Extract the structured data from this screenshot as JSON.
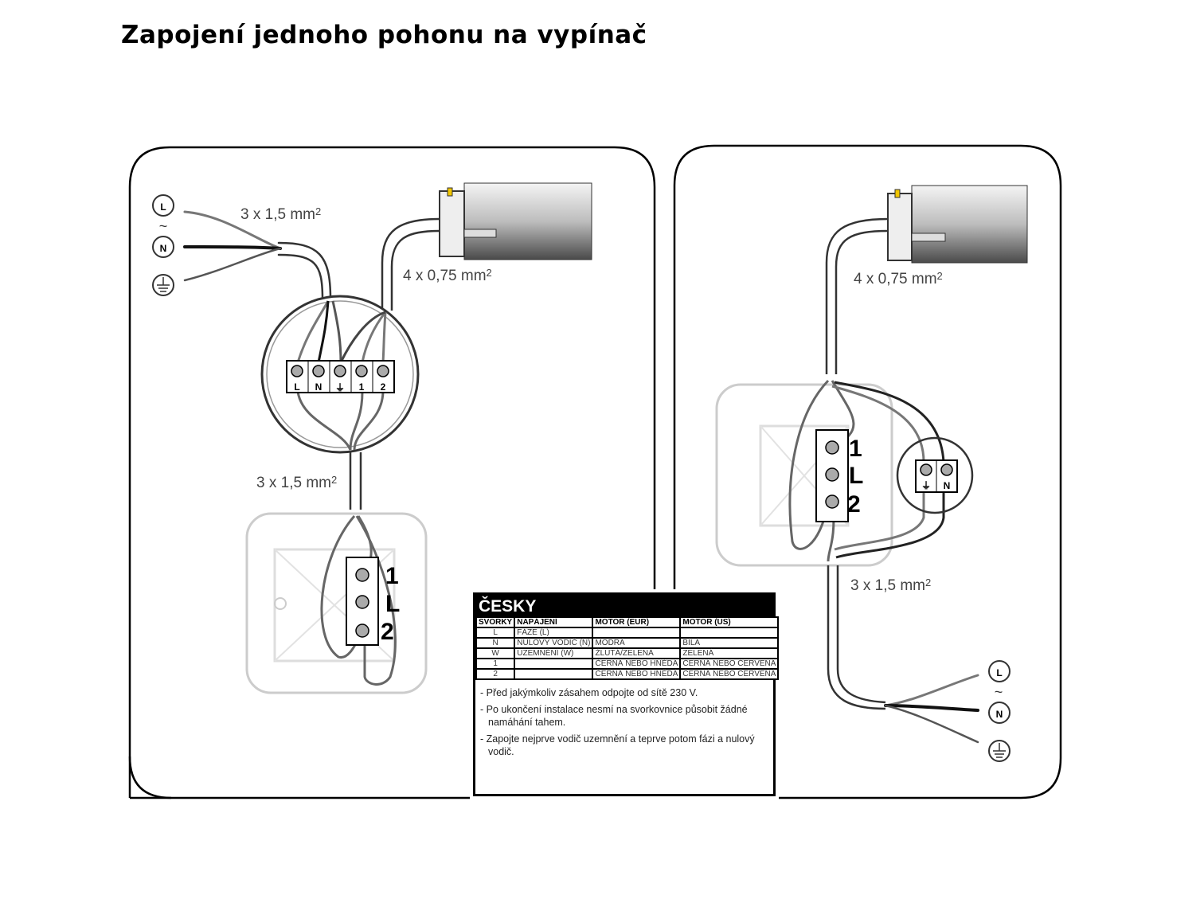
{
  "title": "Zapojení jednoho pohonu na vypínač",
  "left_diagram": {
    "supply_cable": "3 x 1,5 mm",
    "motor_cable": "4 x 0,75 mm",
    "switch_cable": "3 x 1,5 mm",
    "sup": "2",
    "supply_labels": [
      "L",
      "N"
    ],
    "ac_symbol": "~",
    "terminals": [
      "L",
      "N",
      "⏚",
      "1",
      "2"
    ],
    "switch_terminals": [
      "1",
      "L",
      "2"
    ]
  },
  "right_diagram": {
    "motor_cable": "4 x 0,75 mm",
    "supply_cable": "3 x 1,5 mm",
    "sup": "2",
    "supply_labels": [
      "L",
      "N"
    ],
    "ac_symbol": "~",
    "switch_terminals": [
      "1",
      "L",
      "2"
    ],
    "box_terminals": [
      "⏚",
      "N"
    ]
  },
  "table": {
    "heading": "ČESKY",
    "columns": [
      "SVORKY",
      "NAPÁJENÍ",
      "MOTOR (EUR)",
      "MOTOR (US)"
    ],
    "rows": [
      [
        "L",
        "FÁZE (L)",
        "",
        ""
      ],
      [
        "N",
        "NULOVÝ VODIČ (N)",
        "MODRÁ",
        "BÍLÁ"
      ],
      [
        "W",
        "UZEMNĚNÍ (W)",
        "ŽLUTÁ/ZELENÁ",
        "ZELENÁ"
      ],
      [
        "1",
        "",
        "ČERNÁ NEBO HNĚDÁ",
        "ČERNÁ NEBO ČERVENÁ"
      ],
      [
        "2",
        "",
        "ČERNÁ NEBO HNĚDÁ",
        "ČERNÁ NEBO ČERVENÁ"
      ]
    ],
    "notes": [
      "- Před jakýmkoliv zásahem odpojte od sítě 230 V.",
      "- Po ukončení instalace nesmí na svorkovnice působit žádné namáhání tahem.",
      "- Zapojte nejprve vodič uzemnění a teprve potom fázi a nulový vodič."
    ]
  }
}
